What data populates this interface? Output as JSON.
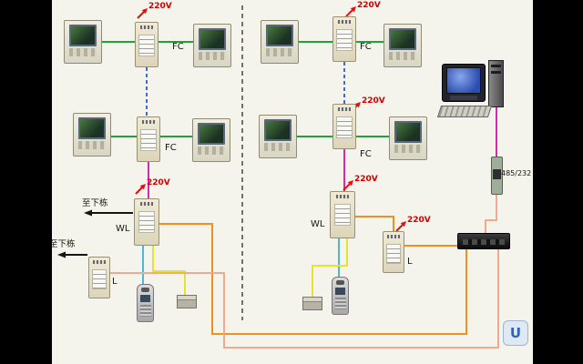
{
  "diagram": {
    "type": "building-video-intercom-wiring-diagram",
    "labels": {
      "power": "220V",
      "floor_controller": "FC",
      "wl_unit": "WL",
      "l_unit": "L",
      "to_next_building": "至下栋",
      "serial_converter": "485/232",
      "logo": "U"
    },
    "colors": {
      "background": "#f4f3ec",
      "side_bars": "#000000",
      "wire_green": "#22a03a",
      "wire_magenta": "#d22bb0",
      "wire_blue": "#3d6cd8",
      "wire_cyan": "#4ab8dc",
      "wire_yellow": "#e6e22e",
      "wire_orange": "#f09020",
      "wire_salmon": "#f0a88e",
      "arrow_red": "#e21010",
      "label_red": "#cf0000",
      "text_black": "#151515",
      "divider": "#444444"
    }
  }
}
